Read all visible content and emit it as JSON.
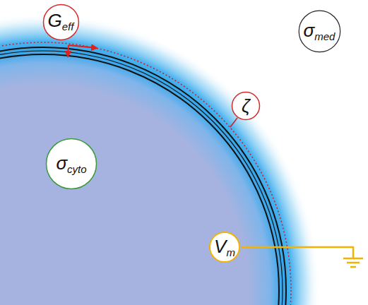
{
  "diagram": {
    "nodes": [
      {
        "text": [
          "G",
          "eff"
        ]
      },
      {
        "text": [
          "σ",
          "med"
        ]
      },
      {
        "text": [
          "ζ"
        ]
      },
      {
        "text": [
          "σ",
          "cyto"
        ]
      },
      {
        "text": [
          "V",
          "m"
        ]
      }
    ]
  }
}
